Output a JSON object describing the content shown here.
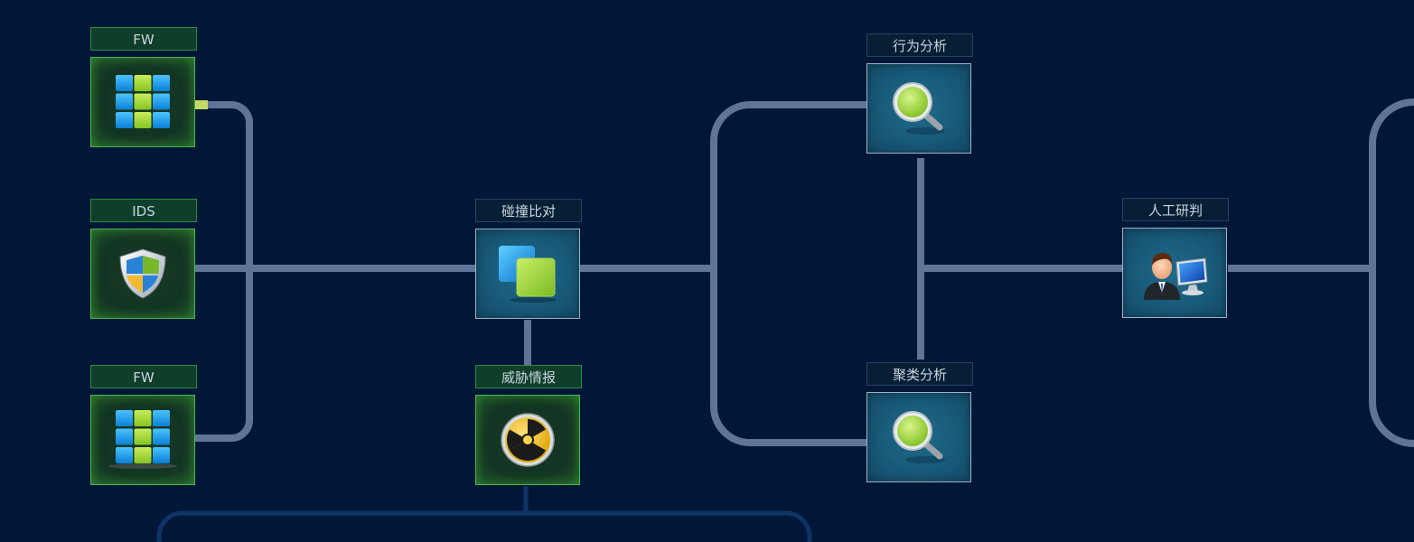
{
  "nodes": {
    "fw_top": {
      "label": "FW",
      "icon": "firewall-grid-icon",
      "theme": "green"
    },
    "ids": {
      "label": "IDS",
      "icon": "shield-icon",
      "theme": "green"
    },
    "fw_bottom": {
      "label": "FW",
      "icon": "firewall-grid-icon",
      "theme": "green"
    },
    "collision": {
      "label": "碰撞比对",
      "icon": "overlapping-squares-icon",
      "theme": "blue"
    },
    "threat_intel": {
      "label": "威胁情报",
      "icon": "radiation-icon",
      "theme": "green"
    },
    "behavior": {
      "label": "行为分析",
      "icon": "magnifier-icon",
      "theme": "blue"
    },
    "clustering": {
      "label": "聚类分析",
      "icon": "magnifier-icon",
      "theme": "blue"
    },
    "manual_review": {
      "label": "人工研判",
      "icon": "analyst-computer-icon",
      "theme": "blue"
    }
  },
  "colors": {
    "background": "#011738",
    "connector": "#5e7597",
    "connector_dark": "#0e3366",
    "green_accent": "#49b54a",
    "blue_accent": "#9db3c9"
  }
}
